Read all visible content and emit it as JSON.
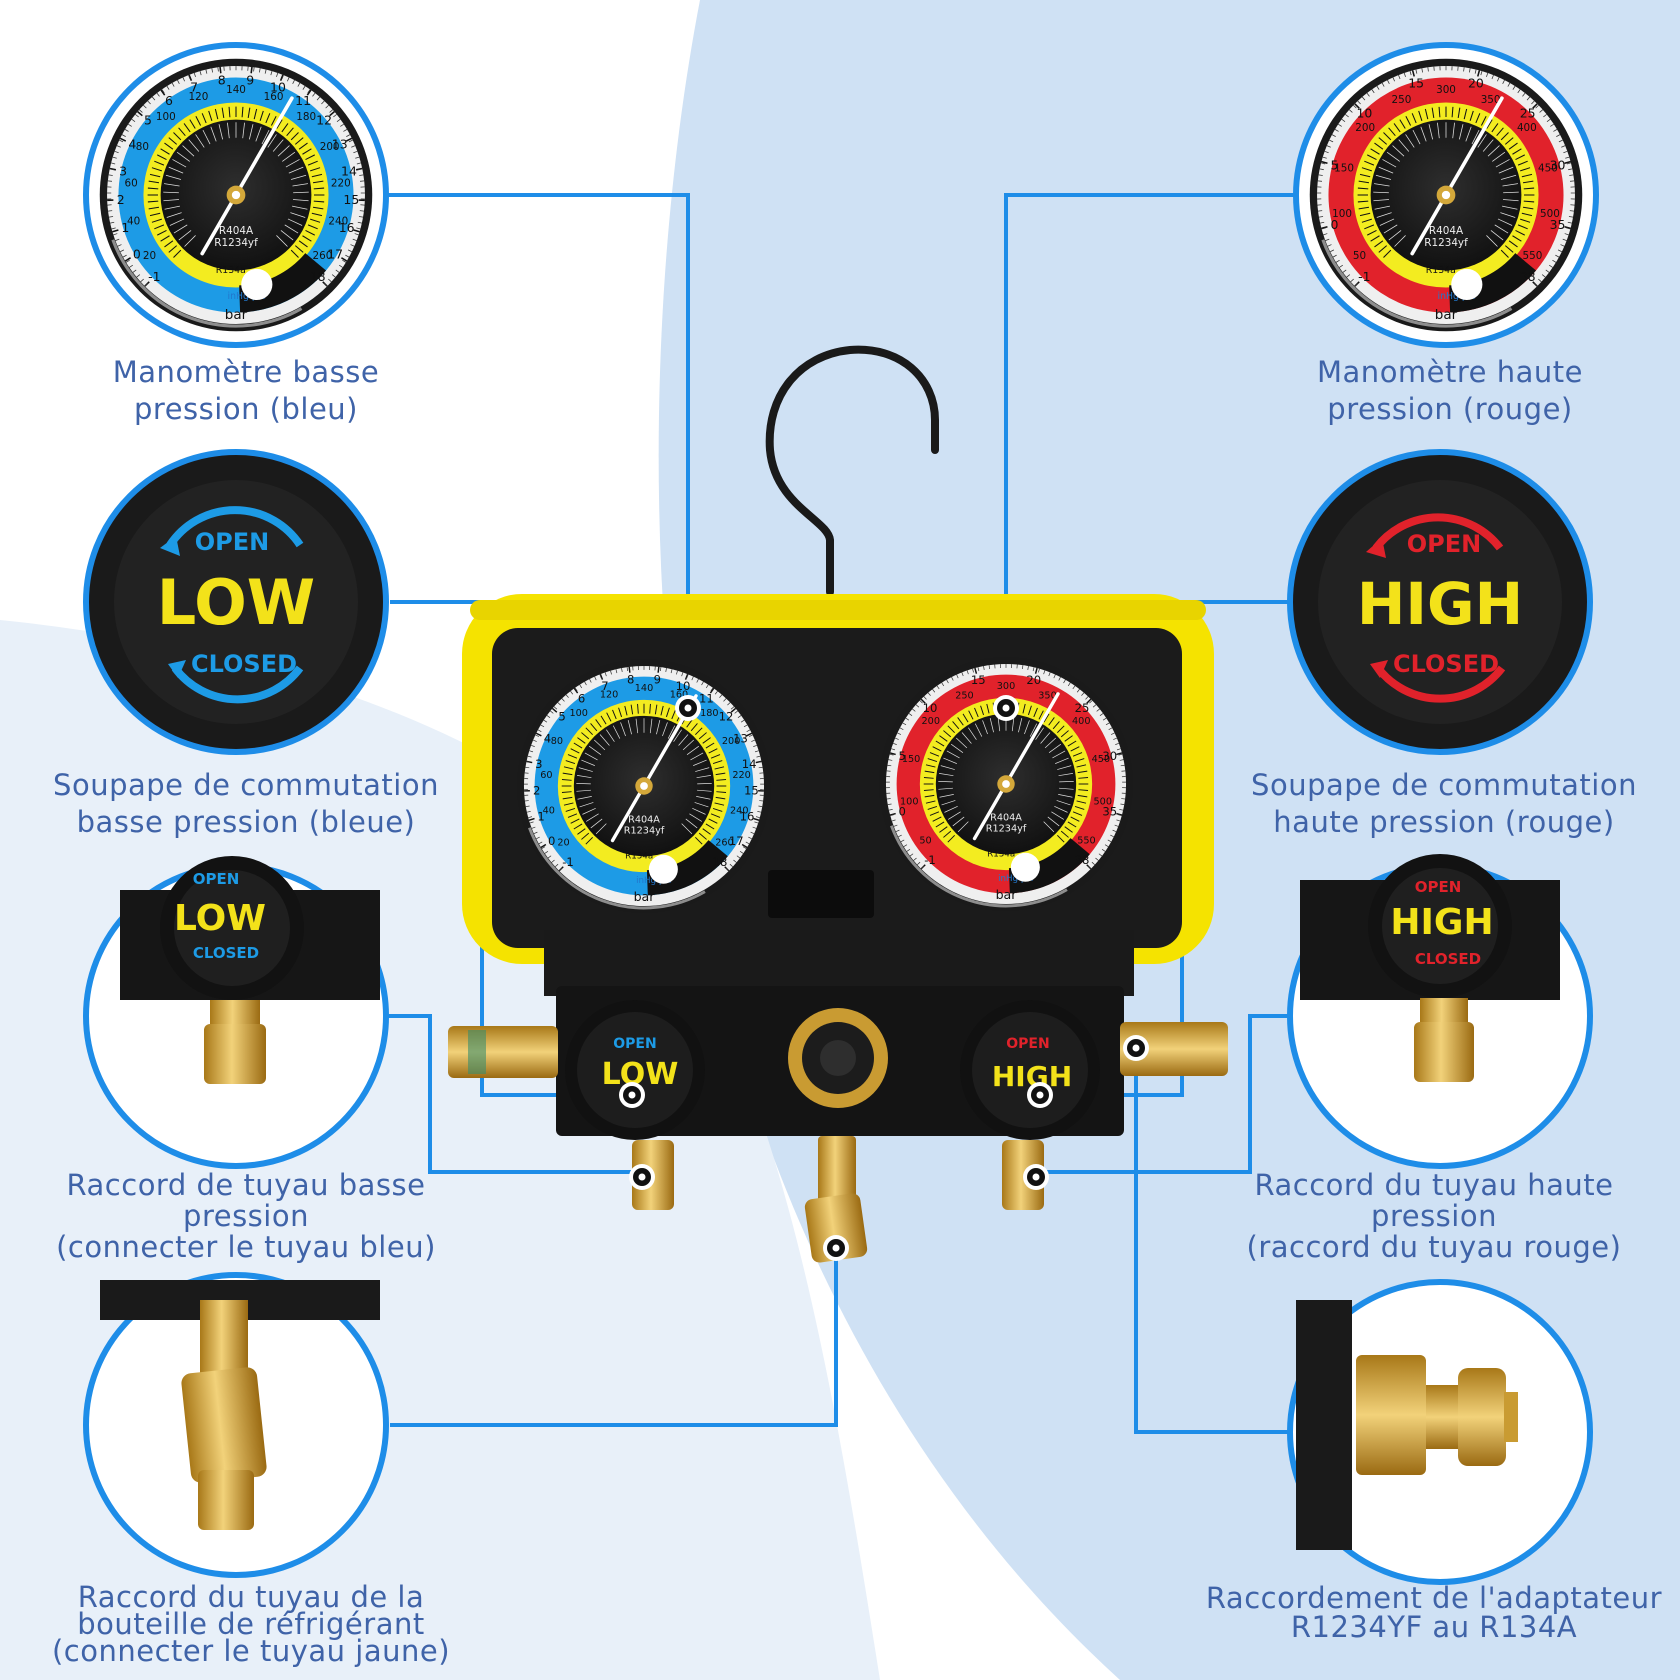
{
  "colors": {
    "accent_blue": "#1e8de8",
    "label_text": "#3f63a8",
    "manifold_yellow": "#f5e300",
    "gauge_low_ring": "#1d9be6",
    "gauge_high_ring": "#e1222b",
    "scale_yellow": "#f3ec20",
    "brass": "#d4a83a"
  },
  "labels": {
    "low_gauge": [
      "Manomètre basse",
      "pression (bleu)"
    ],
    "high_gauge": [
      "Manomètre haute",
      "pression (rouge)"
    ],
    "low_valve": [
      "Soupape de commutation",
      "basse pression (bleue)"
    ],
    "high_valve": [
      "Soupape de commutation",
      "haute pression (rouge)"
    ],
    "low_hose": [
      "Raccord de tuyau basse",
      "pression",
      "(connecter le tuyau bleu)"
    ],
    "high_hose": [
      "Raccord du tuyau haute",
      "pression",
      "(raccord du tuyau rouge)"
    ],
    "refrigerant_hose": [
      "Raccord du tuyau de la",
      "bouteille de réfrigérant",
      "(connecter le tuyau jaune)"
    ],
    "adapter": [
      "Raccordement de l'adaptateur",
      "R1234YF au R134A"
    ]
  },
  "knobs": {
    "open": "OPEN",
    "closed": "CLOSED",
    "low": "LOW",
    "high": "HIGH"
  },
  "gauge_low": {
    "unit": "bar",
    "refrigerant_1": "R404A",
    "refrigerant_2": "R1234yf",
    "refrigerant_3": "R134a",
    "units_small": "inHg psi",
    "bar_ticks": [
      "-1",
      "0",
      "1",
      "2",
      "3",
      "4",
      "5",
      "6",
      "7",
      "8",
      "9",
      "10",
      "11",
      "12",
      "13",
      "14",
      "15",
      "16",
      "17",
      "18"
    ],
    "psi_ticks": [
      "20",
      "40",
      "60",
      "80",
      "100",
      "120",
      "140",
      "160",
      "180",
      "200",
      "220",
      "240",
      "260"
    ]
  },
  "gauge_high": {
    "unit": "bar",
    "refrigerant_1": "R404A",
    "refrigerant_2": "R1234yf",
    "refrigerant_3": "R134a",
    "units_small": "inHg psi",
    "bar_ticks": [
      "-1",
      "0",
      "5",
      "10",
      "15",
      "20",
      "25",
      "30",
      "35",
      "38"
    ],
    "psi_ticks": [
      "50",
      "100",
      "150",
      "200",
      "250",
      "300",
      "350",
      "400",
      "450",
      "500",
      "550"
    ]
  }
}
